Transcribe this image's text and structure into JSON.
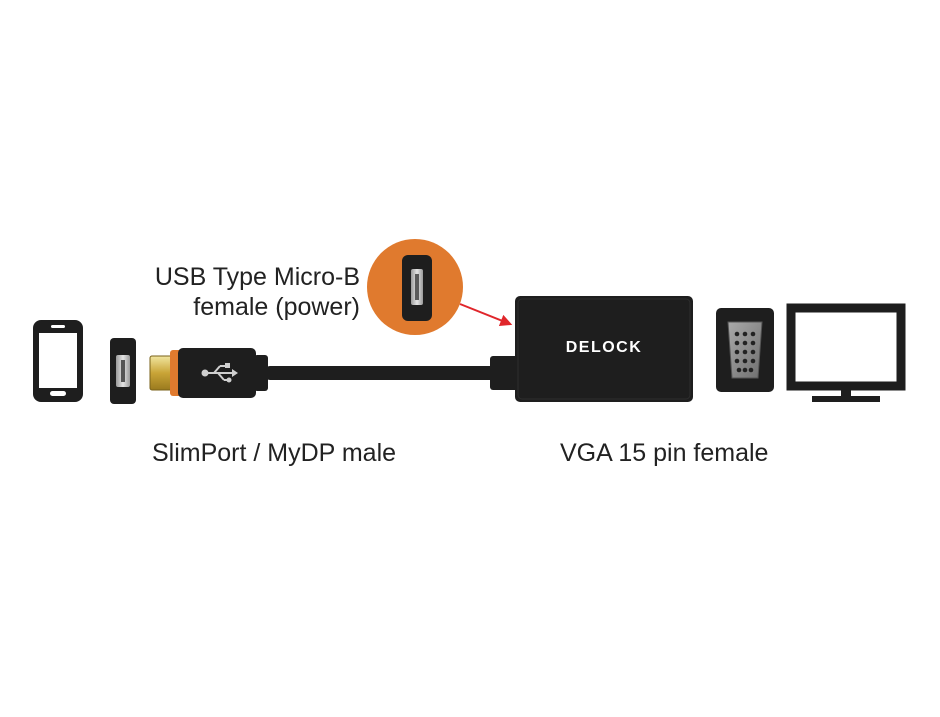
{
  "labels": {
    "usb_line1": "USB Type Micro-B",
    "usb_line2": "female (power)",
    "slimport": "SlimPort / MyDP male",
    "vga": "VGA 15 pin female"
  },
  "brand": "DELOCK",
  "colors": {
    "accent": "#e07a2e",
    "dark": "#1e1e1e",
    "arrow": "#e0262b",
    "connector_gray": "#8d8d8d",
    "text": "#222222"
  },
  "icons": [
    "smartphone-icon",
    "micro-usb-port-icon",
    "slimport-connector-icon",
    "usb-trident-icon",
    "adapter-box-icon",
    "vga-connector-icon",
    "monitor-icon"
  ]
}
